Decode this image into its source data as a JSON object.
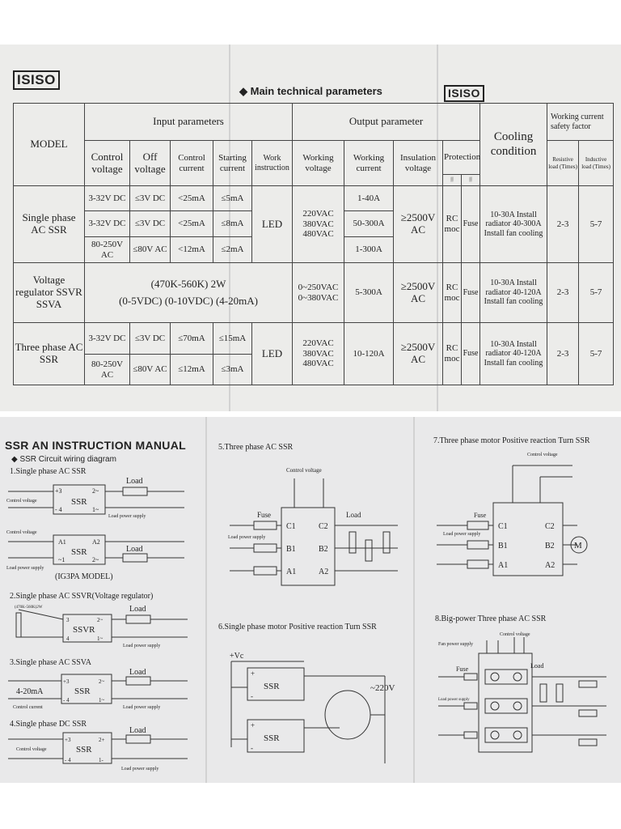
{
  "brand": {
    "logo": "ISISO"
  },
  "sheet1": {
    "title": "◆ Main technical parameters",
    "headers": {
      "model": "MODEL",
      "input": "Input parameters",
      "output": "Output parameter",
      "cooling": "Cooling condition",
      "working_current": "Working current safety factor",
      "control_voltage": "Control voltage",
      "off_voltage": "Off voltage",
      "control_current": "Control current",
      "starting_current": "Starting current",
      "work_instruction": "Work instruction",
      "working_voltage": "Working voltage",
      "working_current_out": "Working current",
      "insulation_voltage": "Insulation voltage",
      "protection": "Protection",
      "resistive_load": "Resistive load (Times)",
      "inductive_load": "Inductive load (Times)"
    },
    "single_phase": {
      "model": "Single phase AC SSR",
      "rows": [
        {
          "cv": "3-32V DC",
          "ov": "≤3V DC",
          "cc": "<25mA",
          "sc": "≤5mA",
          "wc": "1-40A"
        },
        {
          "cv": "3-32V DC",
          "ov": "≤3V DC",
          "cc": "<25mA",
          "sc": "≤8mA",
          "wc": "50-300A"
        },
        {
          "cv": "80-250V AC",
          "ov": "≤80V AC",
          "cc": "<12mA",
          "sc": "≤2mA",
          "wc": "1-300A"
        }
      ],
      "work": "LED",
      "voltage": "220VAC 380VAC 480VAC",
      "insulation": "≥2500V AC",
      "rc": "RC moc",
      "fuse": "Fuse",
      "cooling": "10-30A Install radiator 40-300A Install fan cooling",
      "resistive": "2-3",
      "inductive": "5-7"
    },
    "regulator": {
      "model": "Voltage regulator SSVR SSVA",
      "input_line1": "(470K-560K) 2W",
      "input_line2": "(0-5VDC) (0-10VDC) (4-20mA)",
      "voltage": "0~250VAC 0~380VAC",
      "current": "5-300A",
      "insulation": "≥2500V AC",
      "rc": "RC moc",
      "fuse": "Fuse",
      "cooling": "10-30A Install radiator 40-120A Install fan cooling",
      "resistive": "2-3",
      "inductive": "5-7"
    },
    "three_phase": {
      "model": "Three phase AC SSR",
      "rows": [
        {
          "cv": "3-32V DC",
          "ov": "≤3V DC",
          "cc": "≤70mA",
          "sc": "≤15mA"
        },
        {
          "cv": "80-250V AC",
          "ov": "≤80V AC",
          "cc": "≤12mA",
          "sc": "≤3mA"
        }
      ],
      "work": "LED",
      "voltage": "220VAC 380VAC 480VAC",
      "current": "10-120A",
      "insulation": "≥2500V AC",
      "rc": "RC moc",
      "fuse": "Fuse",
      "cooling": "10-30A Install radiator 40-120A Install fan cooling",
      "resistive": "2-3",
      "inductive": "5-7"
    }
  },
  "sheet2": {
    "title": "SSR AN INSTRUCTION MANUAL",
    "subtitle": "◆ SSR Circuit wiring diagram",
    "d1": {
      "title": "1.Single phase AC SSR",
      "load": "Load",
      "ssr": "SSR",
      "control": "Control voltage",
      "supply": "Load power supply",
      "t3": "+3",
      "t4": "- 4",
      "t2": "2~",
      "t1": "1~",
      "a1": "A1",
      "a2": "A2",
      "m1": "~1",
      "m2": "2~",
      "model": "(IG3PA MODEL)"
    },
    "d2": {
      "title": "2.Single phase AC SSVR(Voltage regulator)",
      "pot": "(470K-560K)2W",
      "load": "Load",
      "ssr": "SSVR",
      "t3": "3",
      "t2": "2~",
      "t4": "4",
      "t1": "1~",
      "supply": "Load power supply"
    },
    "d3": {
      "title": "3.Single phase AC SSVA",
      "load": "Load",
      "ssr": "SSR",
      "ma": "4-20mA",
      "control": "Control current",
      "supply": "Load power supply",
      "t3": "+3",
      "t2": "2~",
      "t4": "- 4",
      "t1": "1~"
    },
    "d4": {
      "title": "4.Single phase DC SSR",
      "load": "Load",
      "ssr": "SSR",
      "control": "Control voltage",
      "supply": "Load power supply",
      "t3": "+3",
      "t2": "2+",
      "t4": "- 4",
      "t1": "1-"
    },
    "d5": {
      "title": "5.Three phase AC SSR",
      "control": "Control voltage",
      "fuse": "Fuse",
      "load": "Load",
      "supply": "Load power supply",
      "c1": "C1",
      "b1": "B1",
      "a1": "A1",
      "c2": "C2",
      "b2": "B2",
      "a2": "A2"
    },
    "d6": {
      "title": "6.Single phase motor Positive reaction Turn SSR",
      "vc": "+Vc",
      "ssr": "SSR",
      "ac": "~220V",
      "plus": "+",
      "minus": "-"
    },
    "d7": {
      "title": "7.Three phase motor Positive reaction Turn SSR",
      "control": "Control voltage",
      "fuse": "Fuse",
      "supply": "Load power supply",
      "c1": "C1",
      "b1": "B1",
      "a1": "A1",
      "c2": "C2",
      "b2": "B2",
      "a2": "A2",
      "motor": "M"
    },
    "d8": {
      "title": "8.Big-power Three phase AC SSR",
      "fan": "Fan power supply",
      "control": "Control voltage",
      "fuse": "Fuse",
      "load": "Load",
      "supply": "Load power supply"
    }
  }
}
